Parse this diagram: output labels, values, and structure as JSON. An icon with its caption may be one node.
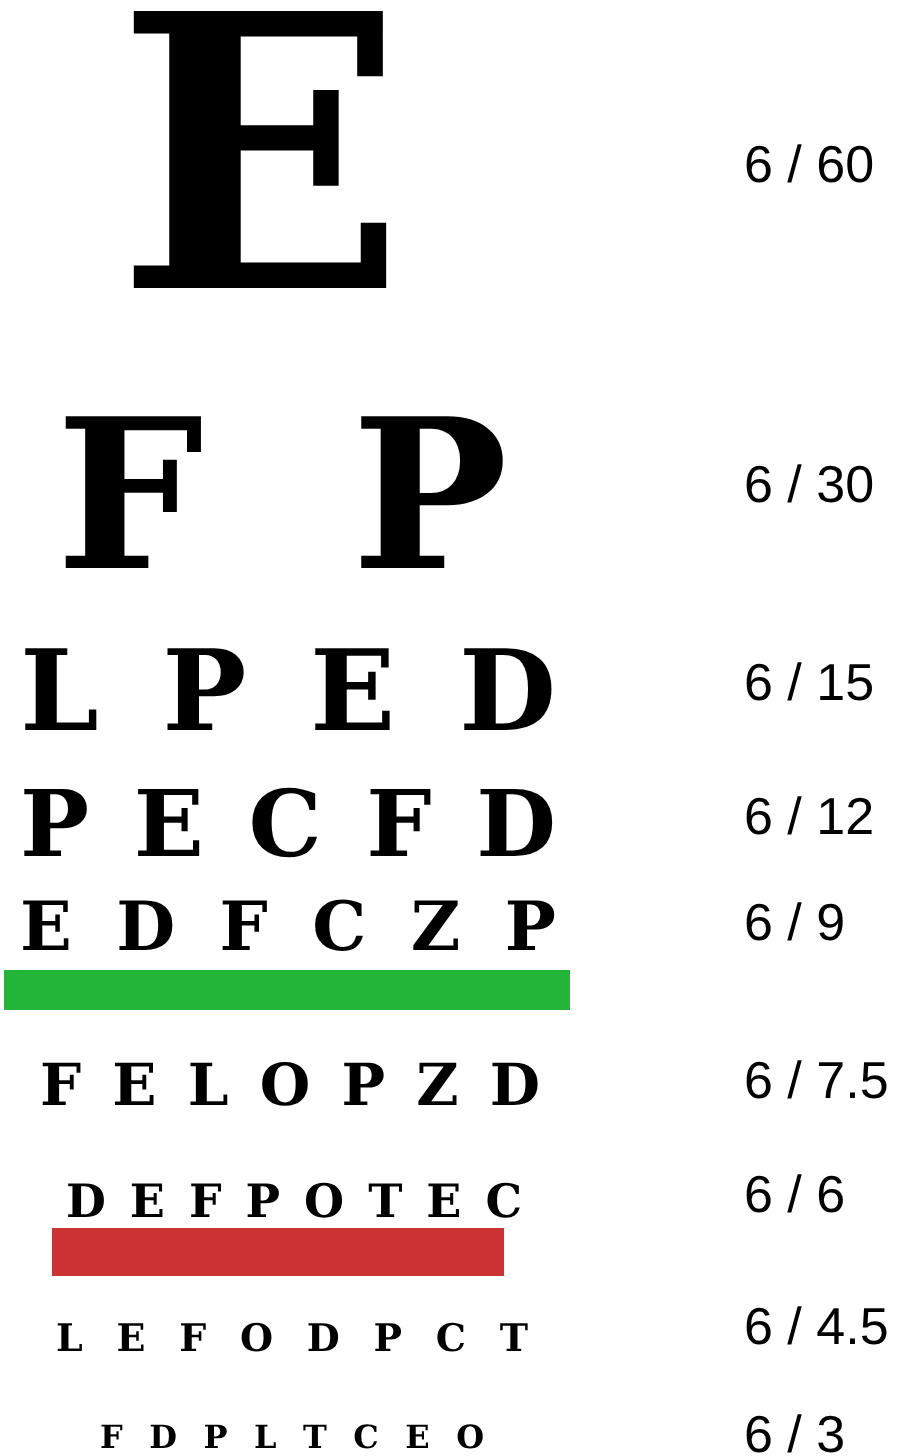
{
  "diagram": {
    "nodes": [
      {
        "text": [],
        "shape": "bar"
      },
      {
        "text": [],
        "shape": "bar"
      }
    ],
    "labels": [
      "E",
      "6 / 60",
      "F P",
      "6 / 30",
      "L P E D",
      "6 / 15",
      "P E C F D",
      "6 / 12",
      "E D F C Z P",
      "6 / 9",
      "F E L O P Z D",
      "6 / 7.5",
      "D E F P O T E C",
      "6 / 6",
      "L E F O D P C T",
      "6 / 4.5",
      "F D P L T C E O",
      "6 / 3"
    ]
  }
}
